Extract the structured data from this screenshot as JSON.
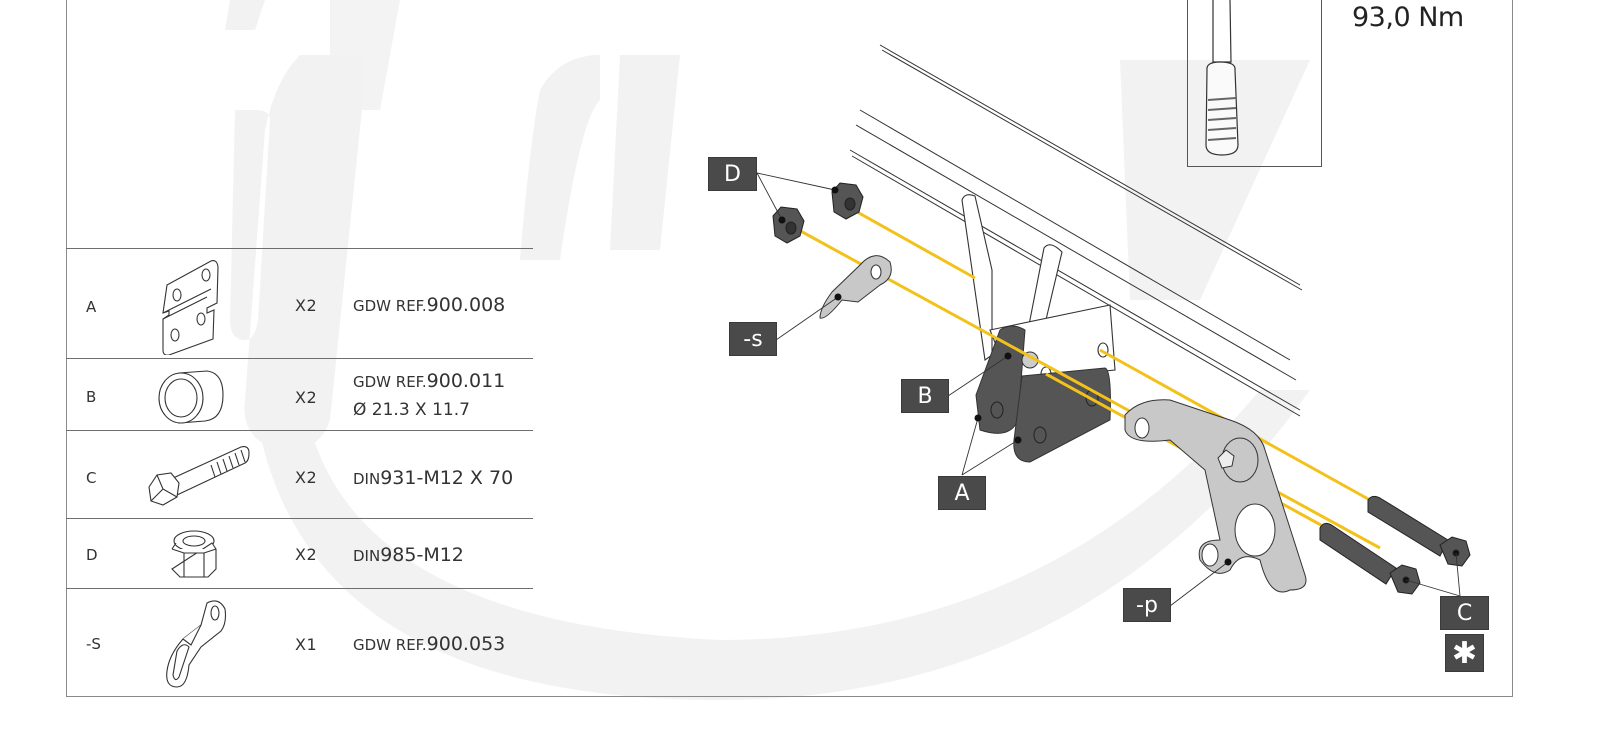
{
  "torque": {
    "value_label": "93,0 Nm"
  },
  "parts_table": {
    "rows": [
      {
        "letter": "A",
        "icon": "bracket-plate-icon",
        "qty": "X2",
        "ref_prefix": "GDW REF.",
        "ref_number": "900.008",
        "ref_line2": ""
      },
      {
        "letter": "B",
        "icon": "spacer-bushing-icon",
        "qty": "X2",
        "ref_prefix": "GDW REF.",
        "ref_number": "900.011",
        "ref_line2": "Ø 21.3 X 11.7"
      },
      {
        "letter": "C",
        "icon": "hex-bolt-icon",
        "qty": "X2",
        "ref_prefix": "DIN",
        "ref_number": "931-M12 X 70",
        "ref_line2": ""
      },
      {
        "letter": "D",
        "icon": "lock-nut-icon",
        "qty": "X2",
        "ref_prefix": "DIN",
        "ref_number": "985-M12",
        "ref_line2": ""
      },
      {
        "letter": "-S",
        "icon": "socket-bracket-icon",
        "qty": "X1",
        "ref_prefix": "GDW REF.",
        "ref_number": "900.053",
        "ref_line2": ""
      }
    ]
  },
  "diagram": {
    "callouts": {
      "d": "D",
      "s": "-s",
      "b": "B",
      "a": "A",
      "p": "-p",
      "c": "C",
      "star": "✱"
    },
    "colors": {
      "guide_line": "#f2c21b",
      "part_dark": "#4d4d4d",
      "part_light": "#c8c8c8",
      "callout_bg": "#4a4a4a",
      "watermark": "#f2f2f2"
    }
  }
}
